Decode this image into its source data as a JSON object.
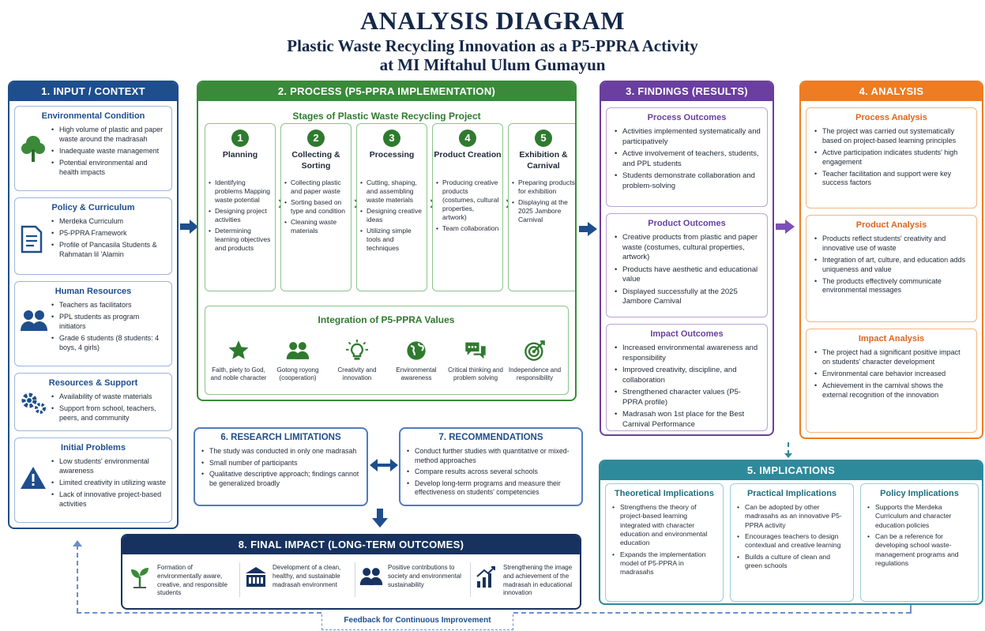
{
  "title": "ANALYSIS DIAGRAM",
  "subtitle_line1": "Plastic Waste Recycling Innovation as a P5-PPRA Activity",
  "subtitle_line2": "at MI Miftahul Ulum Gumayun",
  "input": {
    "header": "1. INPUT / CONTEXT",
    "cards": [
      {
        "title": "Environmental Condition",
        "icon": "tree-icon",
        "items": [
          "High volume of plastic and paper waste around the madrasah",
          "Inadequate waste management",
          "Potential environmental and health impacts"
        ]
      },
      {
        "title": "Policy & Curriculum",
        "icon": "document-icon",
        "items": [
          "Merdeka Curriculum",
          "P5-PPRA Framework",
          "Profile of Pancasila Students & Rahmatan lil 'Alamin"
        ]
      },
      {
        "title": "Human Resources",
        "icon": "people-icon",
        "items": [
          "Teachers as facilitators",
          "PPL students as program initiators",
          "Grade 6 students (8 students: 4 boys, 4 girls)"
        ]
      },
      {
        "title": "Resources & Support",
        "icon": "gears-icon",
        "items": [
          "Availability of waste materials",
          "Support from school, teachers, peers, and community"
        ]
      },
      {
        "title": "Initial Problems",
        "icon": "warning-icon",
        "items": [
          "Low students' environmental awareness",
          "Limited creativity in utilizing waste",
          "Lack of innovative project-based activities"
        ]
      }
    ]
  },
  "process": {
    "header": "2. PROCESS (P5-PPRA IMPLEMENTATION)",
    "stages_title": "Stages of Plastic Waste Recycling Project",
    "stages": [
      {
        "num": "1",
        "name": "Planning",
        "items": [
          "Identifying problems Mapping waste potential",
          "Designing project activities",
          "Determining learning objectives and products"
        ]
      },
      {
        "num": "2",
        "name": "Collecting & Sorting",
        "items": [
          "Collecting plastic and paper waste",
          "Sorting based on type and condition",
          "Cleaning waste materials"
        ]
      },
      {
        "num": "3",
        "name": "Processing",
        "items": [
          "Cutting, shaping, and assembling waste materials",
          "Designing creative ideas",
          "Utilizing simple tools and techniques"
        ]
      },
      {
        "num": "4",
        "name": "Product Creation",
        "items": [
          "Producing creative products (costumes, cultural properties, artwork)",
          "Team collaboration"
        ]
      },
      {
        "num": "5",
        "name": "Exhibition & Carnival",
        "items": [
          "Preparing products for exhibition",
          "Displaying at the 2025 Jambore Carnival"
        ]
      }
    ],
    "values_title": "Integration of P5-PPRA Values",
    "values": [
      {
        "icon": "star-icon",
        "label": "Faith, piety to God, and noble character"
      },
      {
        "icon": "people-icon",
        "label": "Gotong royong (cooperation)"
      },
      {
        "icon": "lightbulb-icon",
        "label": "Creativity and innovation"
      },
      {
        "icon": "globe-icon",
        "label": "Environmental awareness"
      },
      {
        "icon": "chat-icon",
        "label": "Critical thinking and problem solving"
      },
      {
        "icon": "target-icon",
        "label": "Independence and responsibility"
      }
    ]
  },
  "findings": {
    "header": "3. FINDINGS (RESULTS)",
    "cards": [
      {
        "title": "Process Outcomes",
        "items": [
          "Activities implemented systematically and participatively",
          "Active involvement of teachers, students, and PPL students",
          "Students demonstrate collaboration and problem-solving"
        ]
      },
      {
        "title": "Product Outcomes",
        "items": [
          "Creative products from plastic and paper waste (costumes, cultural properties, artwork)",
          "Products have aesthetic and educational value",
          "Displayed successfully at the 2025 Jambore Carnival"
        ]
      },
      {
        "title": "Impact Outcomes",
        "items": [
          "Increased environmental awareness and responsibility",
          "Improved creativity, discipline, and collaboration",
          "Strengthened character values (P5-PPRA profile)",
          "Madrasah won 1st place for the Best Carnival Performance"
        ]
      }
    ]
  },
  "analysis": {
    "header": "4. ANALYSIS",
    "cards": [
      {
        "title": "Process Analysis",
        "items": [
          "The project was carried out systematically based on project-based learning principles",
          "Active participation indicates students' high engagement",
          "Teacher facilitation and support were key success factors"
        ]
      },
      {
        "title": "Product Analysis",
        "items": [
          "Products reflect students' creativity and innovative use of waste",
          "Integration of art, culture, and education adds uniqueness and value",
          "The products effectively communicate environmental messages"
        ]
      },
      {
        "title": "Impact Analysis",
        "items": [
          "The project had a significant positive impact on students' character development",
          "Environmental care behavior increased",
          "Achievement in the carnival shows the external recognition of the innovation"
        ]
      }
    ]
  },
  "implications": {
    "header": "5. IMPLICATIONS",
    "cards": [
      {
        "title": "Theoretical Implications",
        "items": [
          "Strengthens the theory of project-based learning integrated with character education and environmental education",
          "Expands the implementation model of P5-PPRA in madrasahs"
        ]
      },
      {
        "title": "Practical Implications",
        "items": [
          "Can be adopted by other madrasahs as an innovative P5-PPRA activity",
          "Encourages teachers to design contextual and creative learning",
          "Builds a culture of clean and green schools"
        ]
      },
      {
        "title": "Policy Implications",
        "items": [
          "Supports the Merdeka Curriculum and character education policies",
          "Can be a reference for developing school waste-management programs and regulations"
        ]
      }
    ]
  },
  "limitations": {
    "header": "6. RESEARCH LIMITATIONS",
    "items": [
      "The study was conducted in only one madrasah",
      "Small number of participants",
      "Qualitative descriptive approach; findings cannot be generalized broadly"
    ]
  },
  "recommendations": {
    "header": "7. RECOMMENDATIONS",
    "items": [
      "Conduct further studies with quantitative or mixed-method approaches",
      "Compare results across several schools",
      "Develop long-term programs and measure their effectiveness on students' competencies"
    ]
  },
  "final_impact": {
    "header": "8. FINAL IMPACT (LONG-TERM OUTCOMES)",
    "items": [
      {
        "icon": "sprout-icon",
        "text": "Formation of environmentally aware, creative, and responsible students"
      },
      {
        "icon": "building-icon",
        "text": "Development of a clean, healthy, and sustainable madrasah environment"
      },
      {
        "icon": "community-icon",
        "text": "Positive contributions to society and environmental sustainability"
      },
      {
        "icon": "growth-chart-icon",
        "text": "Strengthening the image and achievement of the madrasah in educational innovation"
      }
    ]
  },
  "feedback_label": "Feedback for Continuous Improvement",
  "colors": {
    "input": "#1e4e8c",
    "process": "#3a8a3a",
    "findings": "#6a3f9f",
    "analysis": "#ee7c22",
    "implications": "#2d8a9b",
    "final": "#17325f"
  }
}
